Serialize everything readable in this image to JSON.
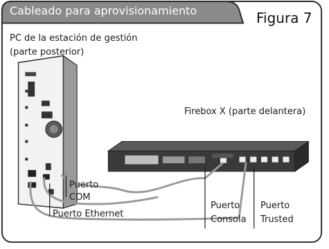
{
  "header": {
    "title": "Cableado para aprovisionamiento",
    "figure_label": "Figura 7"
  },
  "labels": {
    "pc_line1": "PC de la estación de gestión",
    "pc_line2": "(parte posterior)",
    "firebox": "Firebox X (parte delantera)",
    "com_line1": "Puerto",
    "com_line2": "COM",
    "ethernet": "Puerto Ethernet",
    "console_line1": "Puerto",
    "console_line2": "Consola",
    "trusted_line1": "Puerto",
    "trusted_line2": "Trusted"
  },
  "colors": {
    "header_bg": "#8a8a8a",
    "frame": "#2a2a2a",
    "cable": "#9a9a9a",
    "device_dark": "#3a3a3a"
  }
}
